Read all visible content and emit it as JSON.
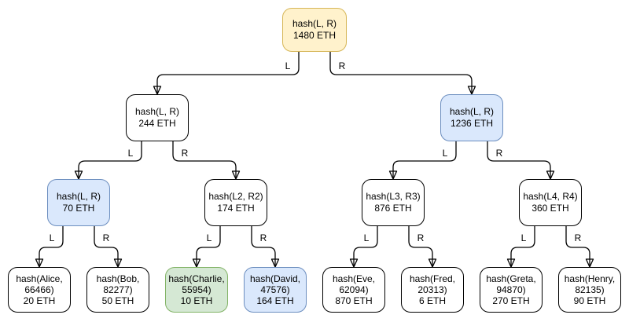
{
  "diagram": {
    "type": "merkle-tree",
    "colors": {
      "yellow": {
        "fill": "#fff2cc",
        "border": "#d6b656"
      },
      "blue": {
        "fill": "#dae8fc",
        "border": "#6c8ebf"
      },
      "green": {
        "fill": "#d5e8d4",
        "border": "#82b366"
      },
      "white": {
        "fill": "#ffffff",
        "border": "#000000"
      }
    },
    "nodes": {
      "root": {
        "hash": "hash(L, R)",
        "value": "1480 ETH",
        "color": "yellow"
      },
      "l2_left": {
        "hash": "hash(L, R)",
        "value": "244 ETH",
        "color": "white"
      },
      "l2_right": {
        "hash": "hash(L, R)",
        "value": "1236 ETH",
        "color": "blue"
      },
      "l3_1": {
        "hash": "hash(L, R)",
        "value": "70 ETH",
        "color": "blue"
      },
      "l3_2": {
        "hash": "hash(L2, R2)",
        "value": "174 ETH",
        "color": "white"
      },
      "l3_3": {
        "hash": "hash(L3, R3)",
        "value": "876 ETH",
        "color": "white"
      },
      "l3_4": {
        "hash": "hash(L4, R4)",
        "value": "360 ETH",
        "color": "white"
      },
      "leaf_1": {
        "hash": "hash(Alice, 66466)",
        "value": "20 ETH",
        "color": "white"
      },
      "leaf_2": {
        "hash": "hash(Bob, 82277)",
        "value": "50 ETH",
        "color": "white"
      },
      "leaf_3": {
        "hash": "hash(Charlie, 55954)",
        "value": "10 ETH",
        "color": "green"
      },
      "leaf_4": {
        "hash": "hash(David, 47576)",
        "value": "164 ETH",
        "color": "blue"
      },
      "leaf_5": {
        "hash": "hash(Eve, 62094)",
        "value": "870 ETH",
        "color": "white"
      },
      "leaf_6": {
        "hash": "hash(Fred, 20313)",
        "value": "6 ETH",
        "color": "white"
      },
      "leaf_7": {
        "hash": "hash(Greta, 94870)",
        "value": "270 ETH",
        "color": "white"
      },
      "leaf_8": {
        "hash": "hash(Henry, 82135)",
        "value": "90 ETH",
        "color": "white"
      }
    },
    "edges": [
      {
        "from": "root",
        "to": "l2_left",
        "label": "L"
      },
      {
        "from": "root",
        "to": "l2_right",
        "label": "R"
      },
      {
        "from": "l2_left",
        "to": "l3_1",
        "label": "L"
      },
      {
        "from": "l2_left",
        "to": "l3_2",
        "label": "R"
      },
      {
        "from": "l2_right",
        "to": "l3_3",
        "label": "L"
      },
      {
        "from": "l2_right",
        "to": "l3_4",
        "label": "R"
      },
      {
        "from": "l3_1",
        "to": "leaf_1",
        "label": "L"
      },
      {
        "from": "l3_1",
        "to": "leaf_2",
        "label": "R"
      },
      {
        "from": "l3_2",
        "to": "leaf_3",
        "label": "L"
      },
      {
        "from": "l3_2",
        "to": "leaf_4",
        "label": "R"
      },
      {
        "from": "l3_3",
        "to": "leaf_5",
        "label": "L"
      },
      {
        "from": "l3_3",
        "to": "leaf_6",
        "label": "R"
      },
      {
        "from": "l3_4",
        "to": "leaf_7",
        "label": "L"
      },
      {
        "from": "l3_4",
        "to": "leaf_8",
        "label": "R"
      }
    ]
  }
}
